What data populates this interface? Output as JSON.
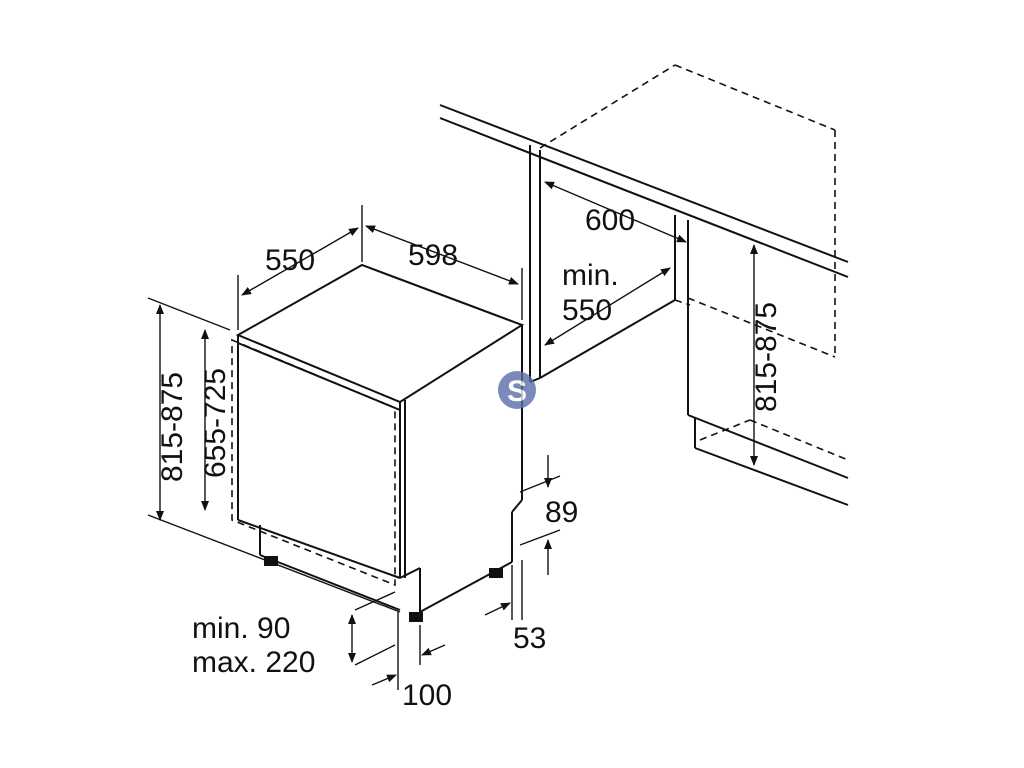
{
  "diagram": {
    "labels": {
      "depth": "550",
      "width": "598",
      "niche_width": "600",
      "niche_depth_min_line1": "min.",
      "niche_depth_min_line2": "550",
      "height_left": "815-875",
      "height_inner": "655-725",
      "height_right": "815-875",
      "plinth_height": "89",
      "foot_offset": "53",
      "plinth_min": "min. 90",
      "plinth_max": "max. 220",
      "plinth_depth": "100"
    },
    "watermark_logo": "S",
    "colors": {
      "line": "#111111",
      "logo": "#5a6ea8"
    }
  }
}
